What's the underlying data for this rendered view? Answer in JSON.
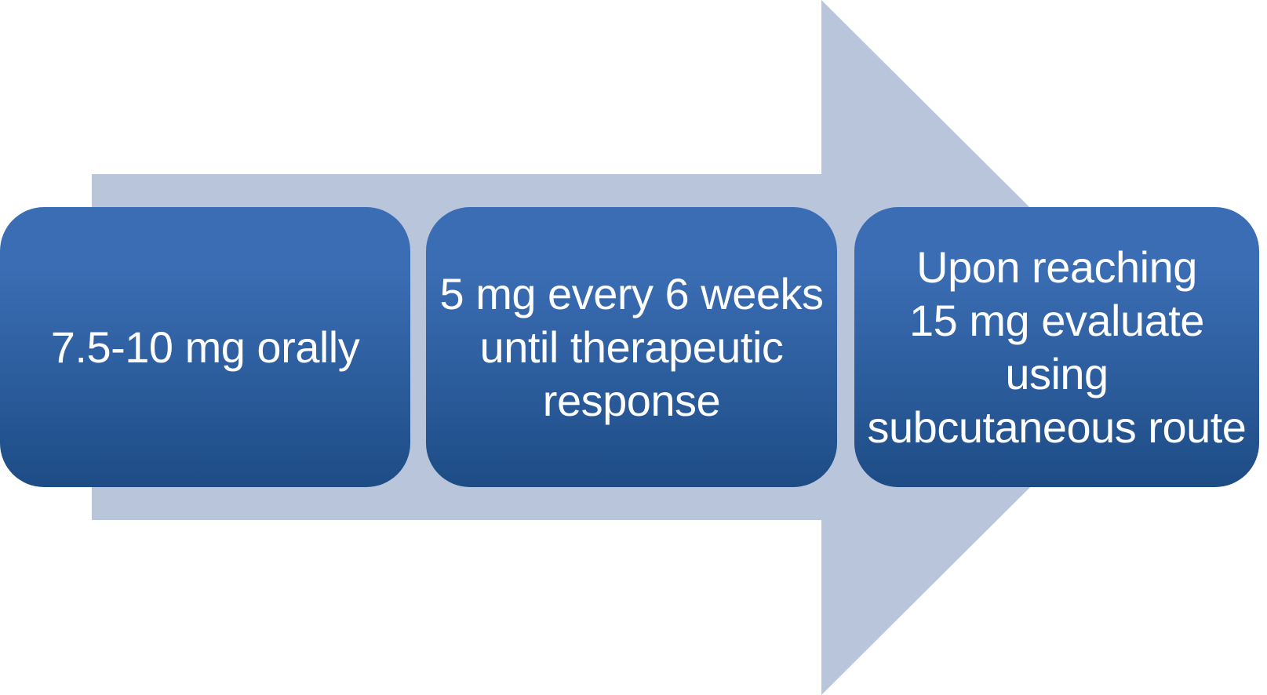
{
  "steps": [
    {
      "text": "7.5-10 mg orally"
    },
    {
      "text": "5 mg every 6 weeks\nuntil therapeutic\nresponse"
    },
    {
      "text": "Upon reaching\n15 mg evaluate using\nsubcutaneous route"
    }
  ],
  "colors": {
    "arrow": "#b8c5da",
    "box-gradient-top": "#3b6db4",
    "box-gradient-bottom": "#1d4c85",
    "text": "#ffffff",
    "background": "#ffffff"
  }
}
